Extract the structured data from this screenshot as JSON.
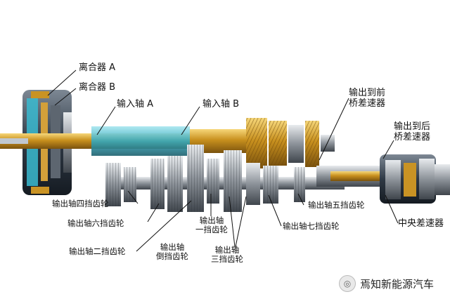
{
  "labels": {
    "clutch_a": "离合器 A",
    "clutch_b": "离合器 B",
    "input_shaft_a": "输入轴 A",
    "input_shaft_b": "输入轴 B",
    "front_diff_1": "输出到前",
    "front_diff_2": "桥差速器",
    "rear_diff_1": "输出到后",
    "rear_diff_2": "桥差速器",
    "gear4": "输出轴四挡齿轮",
    "gear6": "输出轴六挡齿轮",
    "gear2": "输出轴二挡齿轮",
    "gear1_1": "输出轴",
    "gear1_2": "一挡齿轮",
    "reverse_1": "输出轴",
    "reverse_2": "倒挡齿轮",
    "gear3_1": "输出轴",
    "gear3_2": "三挡齿轮",
    "gear7": "输出轴七挡齿轮",
    "gear5": "输出轴五挡齿轮",
    "center_diff": "中央差速器"
  },
  "watermark": "焉知新能源汽车",
  "colors": {
    "gold": "#d8a83a",
    "steel": "#8f959c",
    "cyan": "#3bb7c9",
    "dark": "#2b3440"
  }
}
